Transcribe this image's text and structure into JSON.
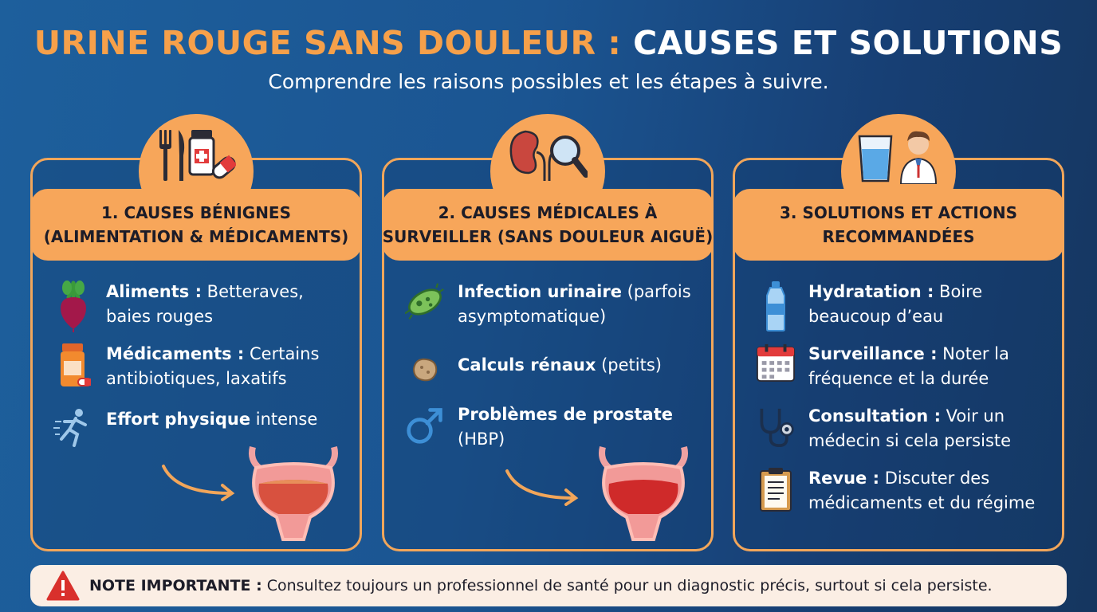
{
  "header": {
    "title_part1": "URINE ROUGE SANS DOULEUR :",
    "title_part2": "CAUSES ET SOLUTIONS",
    "subtitle": "Comprendre les raisons possibles et les étapes à suivre."
  },
  "cards": [
    {
      "title_line1": "1. CAUSES BÉNIGNES",
      "title_line2": "(ALIMENTATION & MÉDICAMENTS)",
      "icons": [
        "fork-knife-icon",
        "medicine-bottle-icon",
        "pill-icon"
      ],
      "items": [
        {
          "icon": "beet-icon",
          "label": "Aliments :",
          "text": " Betteraves, baies rouges"
        },
        {
          "icon": "pill-bottle-icon",
          "label": "Médicaments :",
          "text": " Certains antibiotiques, laxatifs"
        },
        {
          "icon": "running-person-icon",
          "label": "Effort physique",
          "text": " intense"
        }
      ]
    },
    {
      "title_line1": "2. CAUSES MÉDICALES À",
      "title_line2": "SURVEILLER (SANS DOULEUR AIGUË)",
      "icons": [
        "kidney-icon",
        "magnifier-icon"
      ],
      "items": [
        {
          "icon": "bacteria-icon",
          "label": "Infection urinaire",
          "text": " (parfois asymptomatique)"
        },
        {
          "icon": "kidney-stone-icon",
          "label": "Calculs rénaux",
          "text": " (petits)"
        },
        {
          "icon": "male-symbol-icon",
          "label": "Problèmes de prostate",
          "text": " (HBP)"
        }
      ]
    },
    {
      "title_line1": "3. SOLUTIONS ET ACTIONS",
      "title_line2": "RECOMMANDÉES",
      "icons": [
        "water-glass-icon",
        "doctor-icon"
      ],
      "items": [
        {
          "icon": "water-bottle-icon",
          "label": "Hydratation :",
          "text": " Boire beaucoup d’eau"
        },
        {
          "icon": "calendar-icon",
          "label": "Surveillance :",
          "text": " Noter la fréquence et la durée"
        },
        {
          "icon": "stethoscope-icon",
          "label": "Consultation :",
          "text": " Voir un médecin si cela persiste"
        },
        {
          "icon": "clipboard-icon",
          "label": "Revue :",
          "text": " Discuter des médicaments et du régime"
        }
      ]
    }
  ],
  "note": {
    "label": "NOTE IMPORTANTE :",
    "text": "Consultez toujours un professionnel de santé pour un diagnostic précis, surtout si cela persiste.",
    "icon": "warning-icon"
  },
  "colors": {
    "accent": "#f7a65a",
    "background_left": "#1d5f9c",
    "background_right": "#15365f",
    "note_bg": "#fbeee4",
    "warning": "#d9302c"
  }
}
